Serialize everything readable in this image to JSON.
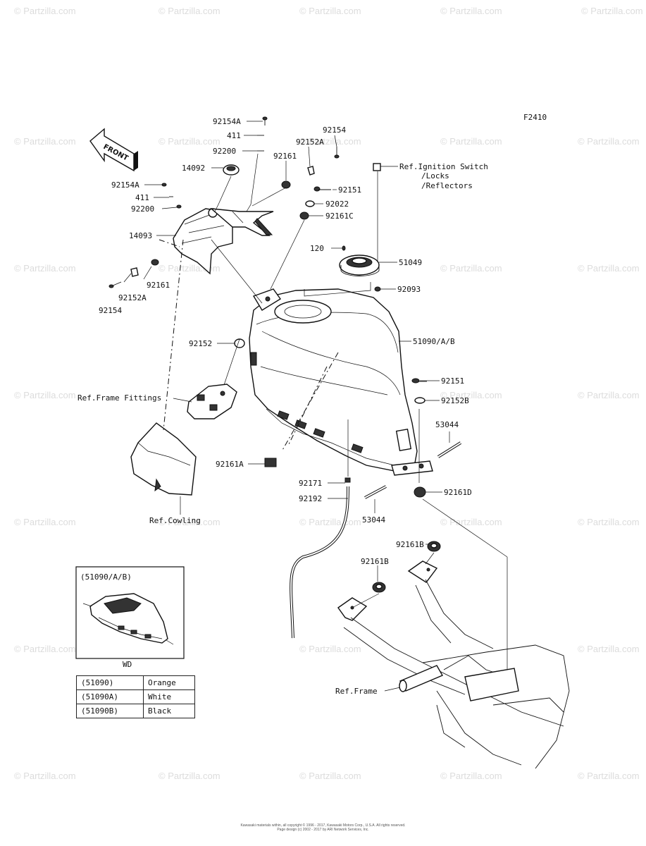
{
  "figure_code": "F2410",
  "front_label": "FRONT",
  "watermark": "© Partzilla.com",
  "labels": {
    "p92154A_top": "92154A",
    "p411_top": "411",
    "p92200_top": "92200",
    "p92154_top": "92154",
    "p92152A_top": "92152A",
    "p92161_top": "92161",
    "p14092": "14092",
    "p92154A_left": "92154A",
    "p411_left": "411",
    "p92200_left": "92200",
    "p14093": "14093",
    "p92161_left": "92161",
    "p92152A_left": "92152A",
    "p92154_left": "92154",
    "p92151_top": "92151",
    "p92022": "92022",
    "p92161C": "92161C",
    "p120": "120",
    "p51049": "51049",
    "p92093": "92093",
    "p51090": "51090/A/B",
    "p92152": "92152",
    "p92151_right": "92151",
    "p92152B": "92152B",
    "p53044_right": "53044",
    "p92161A": "92161A",
    "p92171": "92171",
    "p92192": "92192",
    "p53044_bottom": "53044",
    "p92161D": "92161D",
    "p92161B_right": "92161B",
    "p92161B_left": "92161B"
  },
  "refs": {
    "ignition_line1": "Ref.Ignition Switch",
    "ignition_line2": "/Locks",
    "ignition_line3": "/Reflectors",
    "frame_fittings": "Ref.Frame Fittings",
    "cowling": "Ref.Cowling",
    "frame": "Ref.Frame"
  },
  "inset": {
    "title": "(51090/A/B)",
    "caption": "WD"
  },
  "color_table": [
    {
      "code": "(51090)",
      "color": "Orange"
    },
    {
      "code": "(51090A)",
      "color": "White"
    },
    {
      "code": "(51090B)",
      "color": "Black"
    }
  ],
  "footer": {
    "line1": "Kawasaki materials within, all copyright © 1996 - 2017, Kawasaki Motors Corp., U.S.A. All rights reserved.",
    "line2": "Page design (c) 2002 - 2017 by ARI Network Services, Inc."
  }
}
